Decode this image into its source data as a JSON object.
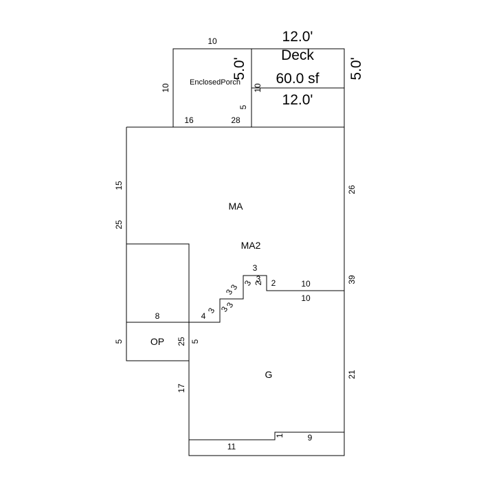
{
  "areas": {
    "enclosed_porch": "EnclosedPorch",
    "deck_name": "Deck",
    "deck_area": "60.0 sf",
    "ma": "MA",
    "ma2": "MA2",
    "op": "OP",
    "g": "G"
  },
  "deck_dims": {
    "top": "12.0'",
    "bottom": "12.0'",
    "left": "5.0'",
    "right": "5.0'"
  },
  "dims": {
    "porch_top": "10",
    "porch_left": "10",
    "porch_inner_right": "10",
    "porch_16": "16",
    "porch_28": "28",
    "porch_5": "5",
    "main_left_15": "15",
    "main_left_25": "25",
    "main_right_26": "26",
    "main_right_39": "39",
    "garage_right_21": "21",
    "step_top_3": "3",
    "step_2a": "2",
    "step_2b": "2",
    "step_3a": "3",
    "step_3b": "3",
    "step_3c": "3",
    "step_3d": "3",
    "step_3e": "3",
    "step_3f": "3",
    "step_3g": "3",
    "step_4": "4",
    "ten_upper": "10",
    "ten_lower": "10",
    "left_block_8": "8",
    "op_left_5": "5",
    "op_right_25": "25",
    "op_right_5": "5",
    "garage_left_17": "17",
    "garage_bottom_11": "11",
    "garage_bottom_9": "9",
    "garage_bottom_1": "1"
  }
}
